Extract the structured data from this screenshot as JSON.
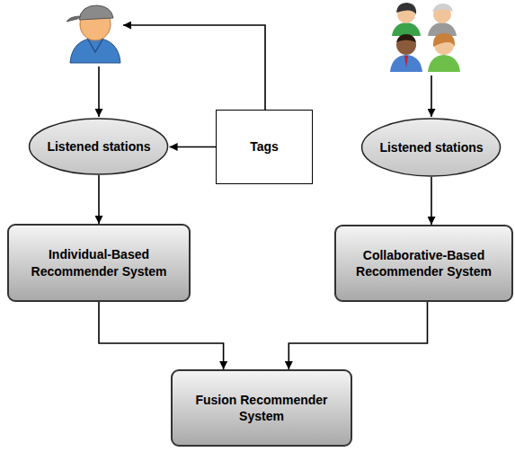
{
  "diagram": {
    "nodes": [
      {
        "text": [
          "Listened stations"
        ]
      },
      {
        "text": [
          "Tags"
        ]
      },
      {
        "text": [
          "Listened stations"
        ]
      },
      {
        "text": [
          "Individual-Based Recommender System"
        ]
      },
      {
        "text": [
          "Collaborative-Based Recommender System"
        ]
      },
      {
        "text": [
          "Fusion Recommender System"
        ]
      }
    ],
    "edges": [
      {
        "from": 1,
        "to": 0,
        "arrow": "to"
      },
      {
        "from": 0,
        "to": 3,
        "arrow": "to"
      },
      {
        "from": 2,
        "to": 4,
        "arrow": "to"
      },
      {
        "from": 3,
        "to": 5,
        "arrow": "to"
      },
      {
        "from": 4,
        "to": 5,
        "arrow": "to"
      }
    ]
  }
}
